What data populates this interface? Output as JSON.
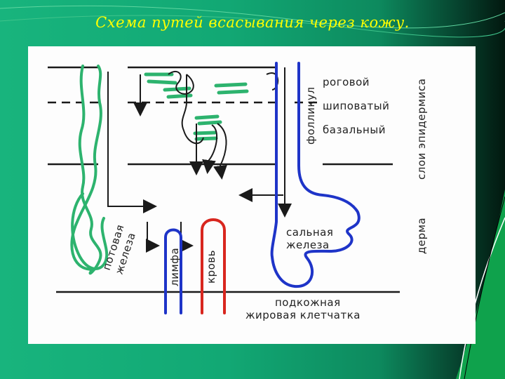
{
  "title": "Схема путей всасывания через кожу.",
  "labels": {
    "layers_caption": "слои эпидермиса",
    "stratum_corneum": "роговой",
    "stratum_spinosum": "шиповатый",
    "stratum_basale": "базальный",
    "hair_follicle": "фолликул",
    "dermis": "дерма",
    "sebaceous_gland_1": "сальная",
    "sebaceous_gland_2": "железа",
    "sweat_gland_1": "потовая",
    "sweat_gland_2": "железа",
    "lymph": "лимфа",
    "blood": "кровь",
    "subcutis_1": "подкожная",
    "subcutis_2": "жировая клетчатка"
  },
  "colors": {
    "sweat_gland": "#2db36e",
    "keratinocytes": "#2db36e",
    "lymph_vessel": "#1e34c8",
    "blood_vessel": "#d8261e",
    "hair_follicle": "#1e34c8",
    "ink": "#1a1a1a",
    "title": "#ffff00"
  }
}
